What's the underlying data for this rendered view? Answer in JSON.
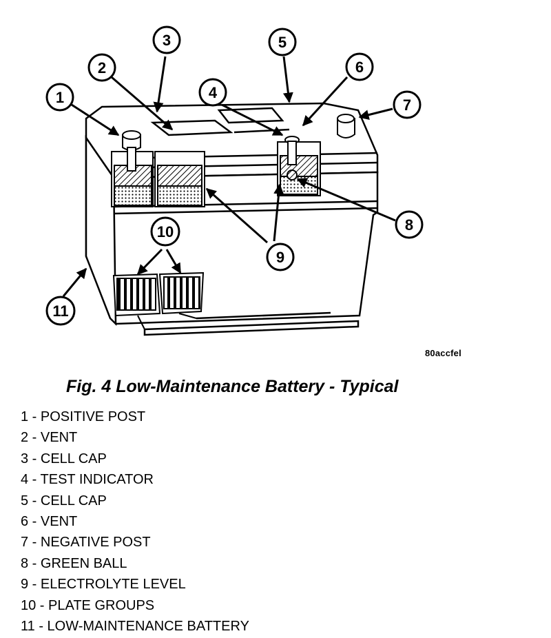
{
  "figure": {
    "code": "80accfel",
    "caption": "Fig. 4 Low-Maintenance Battery - Typical",
    "callouts": [
      "1",
      "2",
      "3",
      "4",
      "5",
      "6",
      "7",
      "8",
      "9",
      "10",
      "11"
    ]
  },
  "legend": [
    "1 - POSITIVE POST",
    "2 - VENT",
    "3 - CELL CAP",
    "4 - TEST INDICATOR",
    "5 - CELL CAP",
    "6 - VENT",
    "7 - NEGATIVE POST",
    "8 - GREEN BALL",
    "9 - ELECTROLYTE LEVEL",
    "10 - PLATE GROUPS",
    "11 - LOW-MAINTENANCE BATTERY"
  ]
}
